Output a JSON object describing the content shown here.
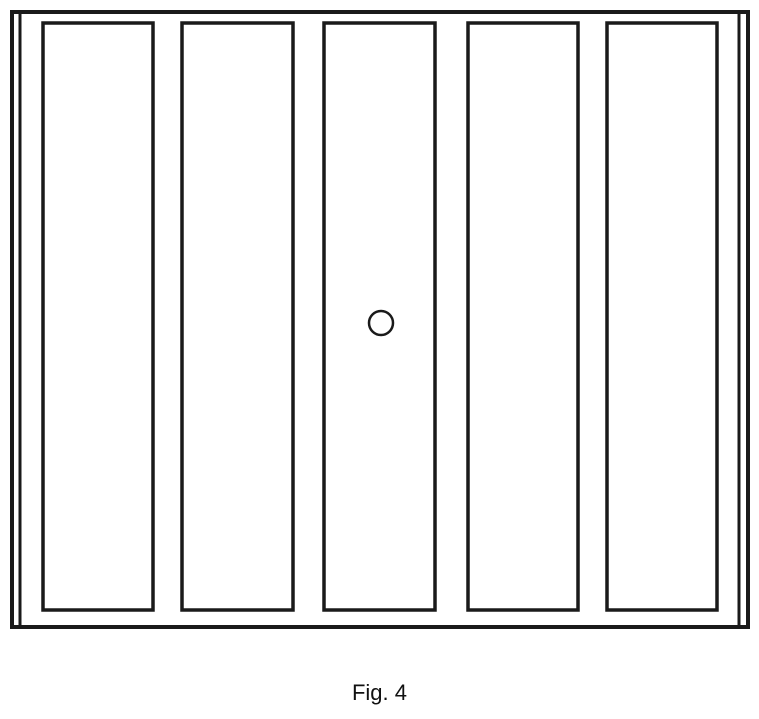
{
  "figure": {
    "caption": "Fig. 4"
  },
  "diagram": {
    "panel_count": 5,
    "has_handle": true,
    "handle_panel": 3,
    "line_color": "#1a1a1a",
    "background_color": "#ffffff"
  }
}
